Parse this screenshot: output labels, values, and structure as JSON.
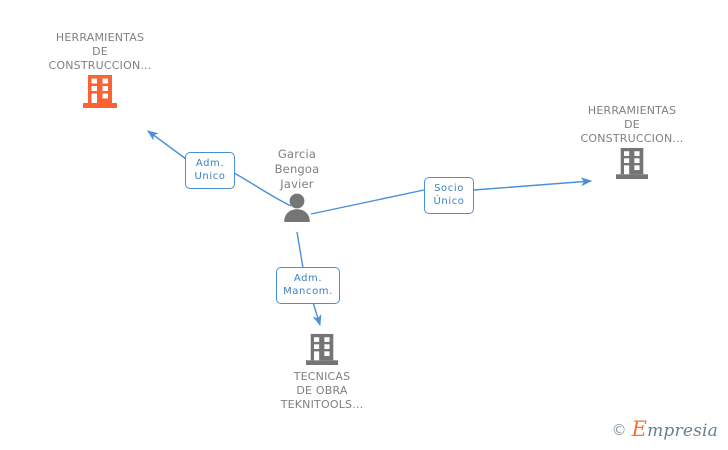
{
  "diagram": {
    "type": "corporate-relationship-graph",
    "colors": {
      "company_highlight": "#fb6432",
      "company_default": "#757575",
      "person": "#757575",
      "edge": "#4a90d9",
      "label_border": "#4a90d9",
      "label_text": "#3d7fc1",
      "node_text": "#808080",
      "background": "#ffffff"
    },
    "nodes": [
      {
        "id": "company-top-left",
        "kind": "company",
        "icon": "building-icon",
        "label": "HERRAMIENTAS\nDE\nCONSTRUCCION...",
        "highlighted": true
      },
      {
        "id": "person-center",
        "kind": "person",
        "icon": "person-icon",
        "label": "Garcia\nBengoa\nJavier",
        "highlighted": false
      },
      {
        "id": "company-right",
        "kind": "company",
        "icon": "building-icon",
        "label": "HERRAMIENTAS\nDE\nCONSTRUCCION...",
        "highlighted": false
      },
      {
        "id": "company-bottom",
        "kind": "company",
        "icon": "building-icon",
        "label": "TECNICAS\nDE OBRA\nTEKNITOOLS...",
        "highlighted": false
      }
    ],
    "edges": [
      {
        "id": "edge-adm-unico",
        "from": "person-center",
        "to": "company-top-left",
        "label": "Adm.\nUnico"
      },
      {
        "id": "edge-socio-unico",
        "from": "person-center",
        "to": "company-right",
        "label": "Socio\nÚnico"
      },
      {
        "id": "edge-adm-mancom",
        "from": "person-center",
        "to": "company-bottom",
        "label": "Adm.\nMancom."
      }
    ]
  },
  "watermark": {
    "copyright_symbol": "©",
    "brand_initial": "E",
    "brand_rest": "mpresia"
  }
}
